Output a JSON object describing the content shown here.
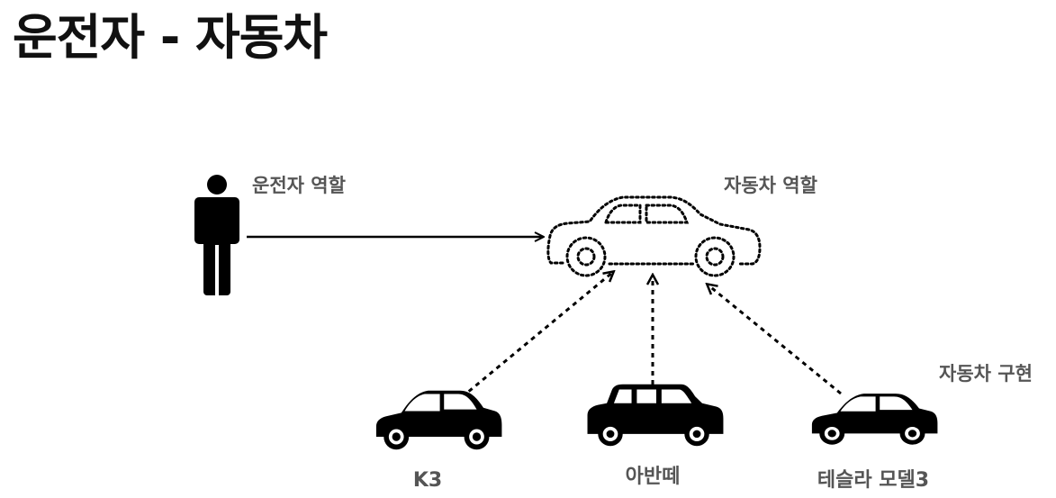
{
  "title": "운전자 - 자동차",
  "labels": {
    "driver_role": "운전자 역할",
    "car_role": "자동차 역할",
    "car_impl": "자동차 구현"
  },
  "cars": [
    {
      "name": "K3",
      "icon": "sedan-icon"
    },
    {
      "name": "아반떼",
      "icon": "wagon-icon"
    },
    {
      "name": "테슬라 모델3",
      "icon": "sedan-icon"
    }
  ],
  "icons": {
    "driver": "person-icon",
    "role_car": "dotted-car-outline-icon"
  },
  "colors": {
    "title": "#111111",
    "label": "#555555",
    "shape": "#000000"
  }
}
